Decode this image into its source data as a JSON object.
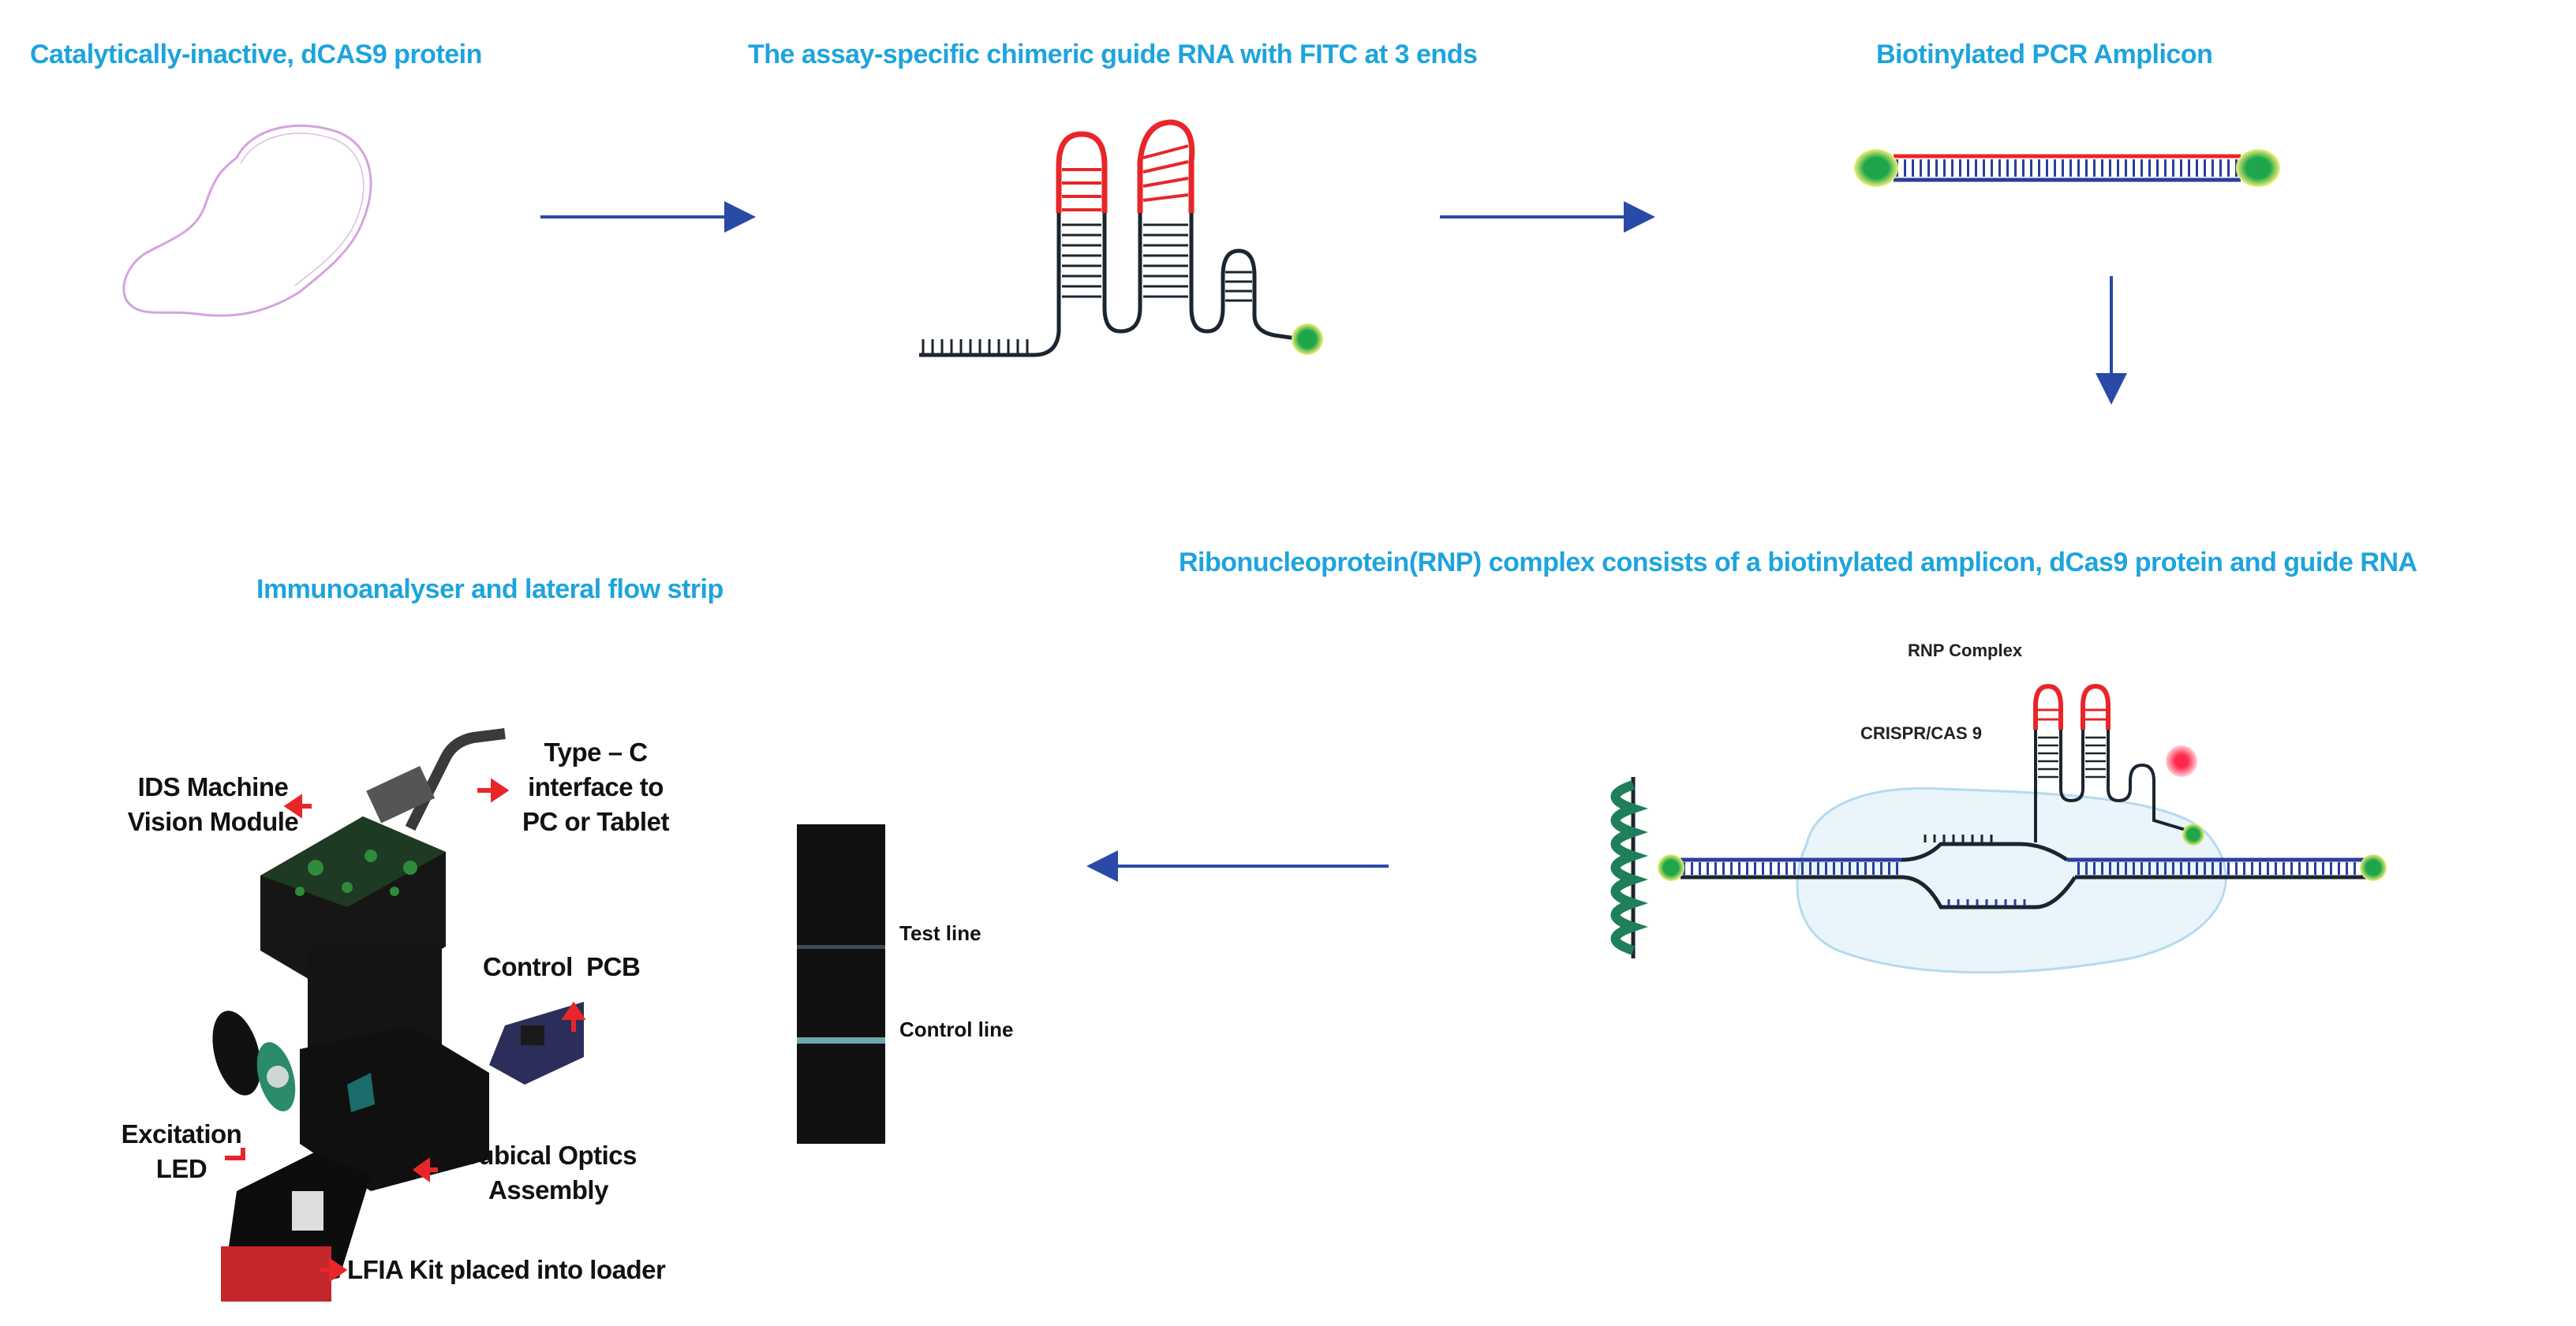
{
  "headings": {
    "protein": "Catalytically-inactive, dCAS9 protein",
    "guide_rna": "The assay-specific chimeric guide RNA with FITC at 3 ends",
    "amplicon": "Biotinylated PCR Amplicon",
    "rnp": "Ribonucleoprotein(RNP) complex consists of a biotinylated amplicon, dCas9 protein and guide RNA",
    "analyser": "Immunoanalyser and lateral flow strip"
  },
  "rnp_labels": {
    "complex": "RNP Complex",
    "crispr": "CRISPR/CAS 9"
  },
  "strip_labels": {
    "test_line": "Test line",
    "control_line": "Control line"
  },
  "device_labels": {
    "ids_line1": "IDS Machine",
    "ids_line2": "Vision Module",
    "typec_line1": "Type – C",
    "typec_line2": "interface to",
    "typec_line3": "PC or Tablet",
    "control_pcb": "Control  PCB",
    "excitation_line1": "Excitation",
    "excitation_line2": "LED",
    "optics_line1": "Cubical Optics",
    "optics_line2": "Assembly",
    "lfia": "LFIA Kit placed into loader"
  },
  "colors": {
    "heading": "#1ea4dc",
    "arrow": "#2a4aa8",
    "red_arrow": "#e8262a",
    "rna_red": "#e8262a",
    "rna_dark": "#1a2530",
    "fitc_green": "#1fa64a",
    "dna_blue": "#2a3f9c",
    "bead_green": "#17a34a",
    "protein_outline": "#d5a3e0"
  },
  "icons": {
    "flow_arrow": "arrow-right-icon",
    "down_arrow": "arrow-down-icon",
    "back_arrow": "arrow-left-icon"
  }
}
